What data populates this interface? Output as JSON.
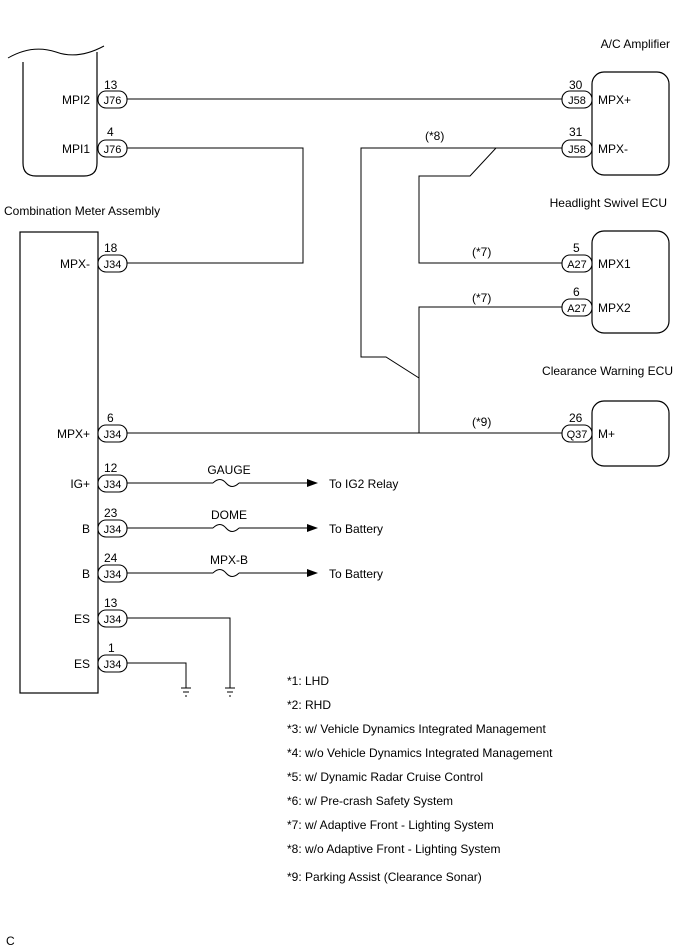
{
  "components": {
    "combo_top": {
      "pins": {
        "mpi2": {
          "pin": "13",
          "connector": "J76",
          "label": "MPI2"
        },
        "mpi1": {
          "pin": "4",
          "connector": "J76",
          "label": "MPI1"
        }
      }
    },
    "ac_amplifier": {
      "title": "A/C Amplifier",
      "pins": {
        "mpx_plus": {
          "pin": "30",
          "connector": "J58",
          "label": "MPX+"
        },
        "mpx_minus": {
          "pin": "31",
          "connector": "J58",
          "label": "MPX-"
        }
      }
    },
    "combination_meter": {
      "title": "Combination Meter Assembly",
      "pins": {
        "mpx_minus": {
          "pin": "18",
          "connector": "J34",
          "label": "MPX-"
        },
        "mpx_plus": {
          "pin": "6",
          "connector": "J34",
          "label": "MPX+"
        },
        "ig_plus": {
          "pin": "12",
          "connector": "J34",
          "label": "IG+"
        },
        "b1": {
          "pin": "23",
          "connector": "J34",
          "label": "B"
        },
        "b2": {
          "pin": "24",
          "connector": "J34",
          "label": "B"
        },
        "es1": {
          "pin": "13",
          "connector": "J34",
          "label": "ES"
        },
        "es2": {
          "pin": "1",
          "connector": "J34",
          "label": "ES"
        }
      }
    },
    "headlight_swivel_ecu": {
      "title": "Headlight Swivel ECU",
      "pins": {
        "mpx1": {
          "pin": "5",
          "connector": "A27",
          "label": "MPX1"
        },
        "mpx2": {
          "pin": "6",
          "connector": "A27",
          "label": "MPX2"
        }
      }
    },
    "clearance_warning_ecu": {
      "title": "Clearance Warning ECU",
      "pins": {
        "m_plus": {
          "pin": "26",
          "connector": "Q37",
          "label": "M+"
        }
      }
    }
  },
  "notes_on_wires": {
    "w8": "(*8)",
    "w7a": "(*7)",
    "w7b": "(*7)",
    "w9": "(*9)"
  },
  "fuses": {
    "gauge": {
      "name": "GAUGE",
      "dest": "To IG2 Relay"
    },
    "dome": {
      "name": "DOME",
      "dest": "To Battery"
    },
    "mpxb": {
      "name": "MPX-B",
      "dest": "To Battery"
    }
  },
  "legend": [
    "*1: LHD",
    "*2: RHD",
    "*3: w/ Vehicle Dynamics Integrated Management",
    "*4: w/o Vehicle Dynamics Integrated Management",
    "*5: w/ Dynamic Radar Cruise Control",
    "*6: w/ Pre-crash Safety System",
    "*7: w/ Adaptive Front - Lighting System",
    "*8: w/o Adaptive Front - Lighting System",
    "*9: Parking Assist (Clearance Sonar)"
  ],
  "corner_label": "C"
}
